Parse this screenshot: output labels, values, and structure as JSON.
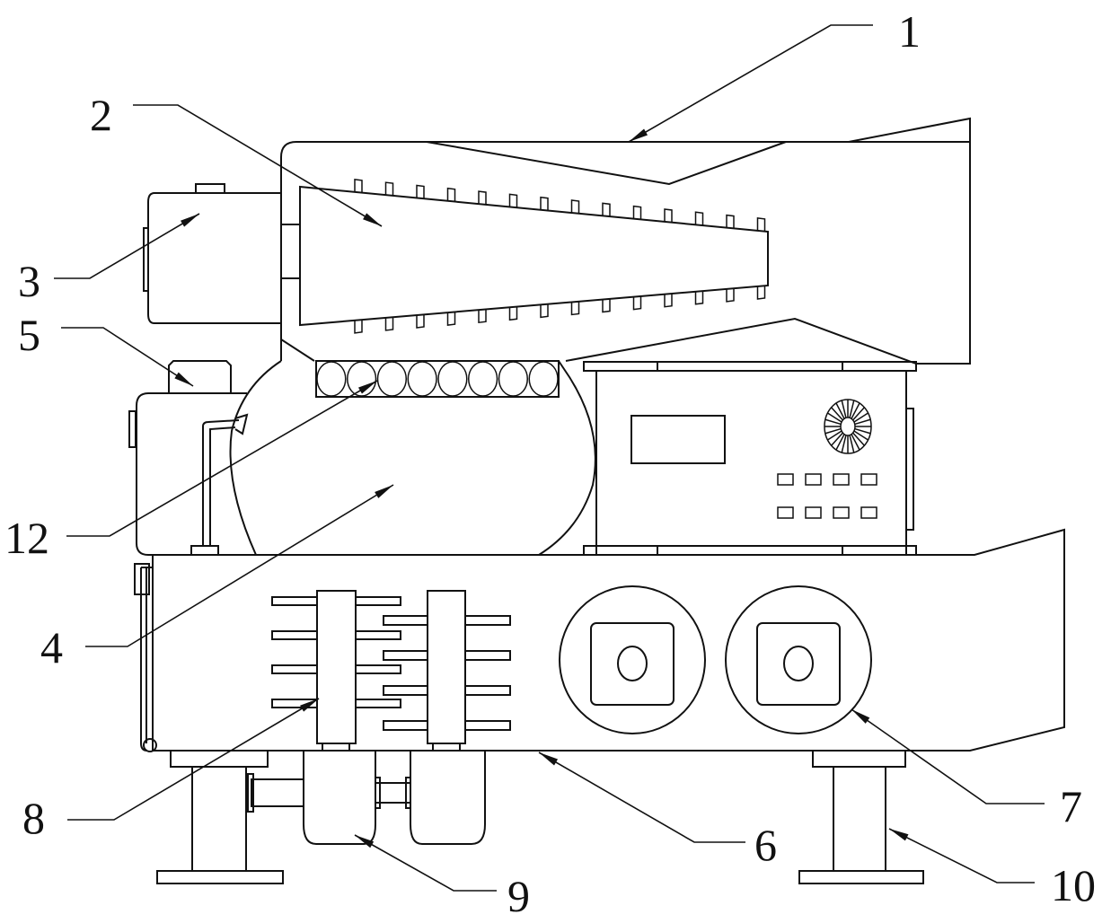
{
  "figure": {
    "type": "patent mechanical drawing",
    "background": "#ffffff",
    "line_color": "#111111"
  },
  "callouts": [
    {
      "id": "1",
      "label": "1",
      "target": "outer-housing-hood"
    },
    {
      "id": "2",
      "label": "2",
      "target": "tapered-inner-drum"
    },
    {
      "id": "3",
      "label": "3",
      "target": "drive-motor-upper"
    },
    {
      "id": "4",
      "label": "4",
      "target": "middle-housing"
    },
    {
      "id": "5",
      "label": "5",
      "target": "water-tank-cap"
    },
    {
      "id": "6",
      "label": "6",
      "target": "base-frame"
    },
    {
      "id": "7",
      "label": "7",
      "target": "roller-wheel"
    },
    {
      "id": "8",
      "label": "8",
      "target": "stirring-shaft"
    },
    {
      "id": "9",
      "label": "9",
      "target": "lower-motor"
    },
    {
      "id": "10",
      "label": "10",
      "target": "support-leg"
    },
    {
      "id": "12",
      "label": "12",
      "target": "roller-bank"
    }
  ],
  "components": {
    "control_box": {
      "display_screen": 1,
      "fan_grille": 1,
      "button_rows": 2,
      "buttons_per_row": 4
    },
    "roller_bank": {
      "roller_count": 8
    },
    "inner_drum": {
      "upper_teeth": 14,
      "lower_teeth": 14
    },
    "stirring_shafts": {
      "count": 2,
      "paddles_left_shaft": 4,
      "paddles_right_shaft": 4
    },
    "wheels": {
      "count": 2
    },
    "legs": {
      "count": 2
    },
    "lower_motors": {
      "count": 2
    }
  }
}
